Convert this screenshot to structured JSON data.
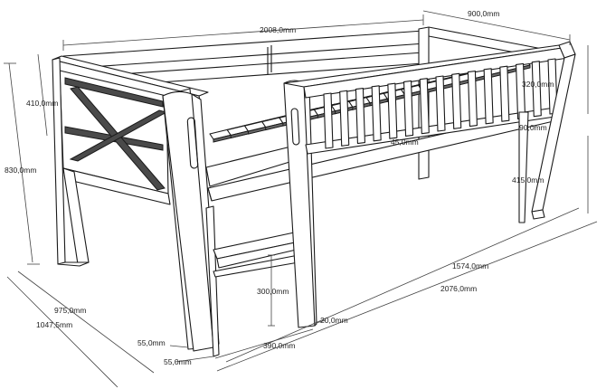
{
  "dimensions": {
    "total_length": "2008,0mm",
    "width": "900,0mm",
    "rail_height_left": "410,0mm",
    "total_height": "830,0mm",
    "guard_height": "320,0mm",
    "slat_gap": "90,0mm",
    "leg_height_right": "415,0mm",
    "slat_width": "45,0mm",
    "opening_length": "1574,0mm",
    "outer_length": "2076,0mm",
    "depth_inner": "975,0mm",
    "depth_outer": "1047,5mm",
    "ladder_step": "300,0mm",
    "ladder_offset": "20,0mm",
    "ladder_width": "390,0mm",
    "post_width_a": "55,0mm",
    "post_width_b": "55,0mm"
  }
}
